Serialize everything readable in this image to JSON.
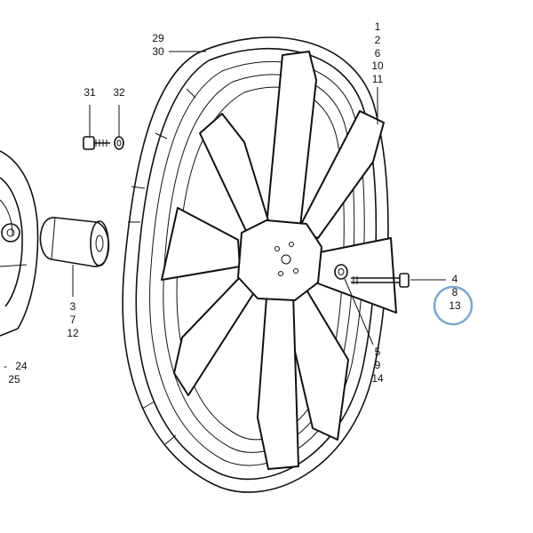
{
  "callouts": {
    "c29": "29",
    "c30": "30",
    "c31": "31",
    "c32": "32",
    "c1": "1",
    "c2": "2",
    "c6": "6",
    "c10": "10",
    "c11": "11",
    "c3": "3",
    "c7": "7",
    "c12": "12",
    "c4": "4",
    "c8": "8",
    "c13": "13",
    "c5": "5",
    "c9": "9",
    "c14": "14",
    "c24": "24",
    "c25": "25",
    "dash": "-"
  },
  "highlight": {
    "target": "13",
    "color": "#7ea6cf"
  },
  "colors": {
    "ink": "#111111",
    "background": "#ffffff"
  }
}
